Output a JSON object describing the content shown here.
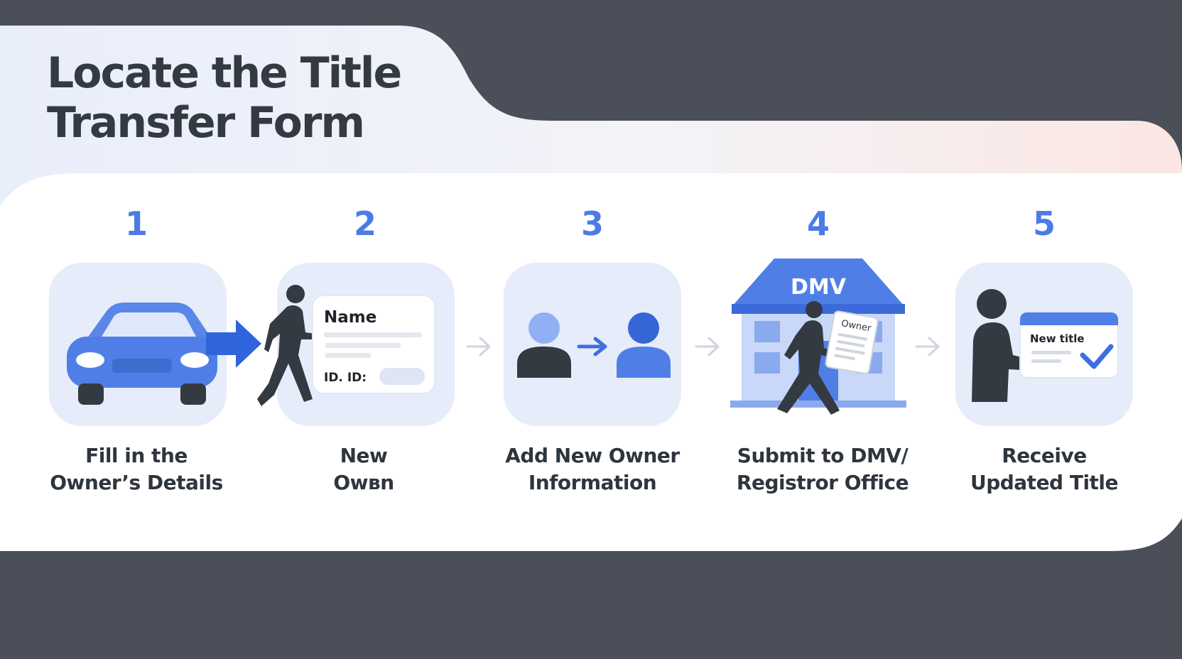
{
  "title": {
    "line1": "Locate the Title",
    "line2": "Transfer Form"
  },
  "steps": [
    {
      "number": "1",
      "caption_line1": "Fill in the",
      "caption_line2": "Owner’s Details"
    },
    {
      "number": "2",
      "caption_line1": "New",
      "caption_line2": "Owвn"
    },
    {
      "number": "3",
      "caption_line1": "Add New Owner",
      "caption_line2": "Information"
    },
    {
      "number": "4",
      "caption_line1": "Submit to DMV/",
      "caption_line2": "Registror Office"
    },
    {
      "number": "5",
      "caption_line1": "Receive",
      "caption_line2": "Updated Title"
    }
  ],
  "form_card": {
    "name_label": "Name",
    "id_label": "ID. ID:"
  },
  "dmv": {
    "sign": "DMV",
    "paper_label": "Owner"
  },
  "title_card": {
    "label": "New title"
  },
  "icons": [
    "car-icon",
    "arrow-right-icon",
    "walking-person-icon",
    "form-card-icon",
    "person-icon",
    "dmv-building-icon",
    "document-icon",
    "checkmark-icon"
  ],
  "colors": {
    "accent": "#4b7be5",
    "dark": "#343a42",
    "tile": "#e6ecfa",
    "background": "#4a4f5a"
  }
}
